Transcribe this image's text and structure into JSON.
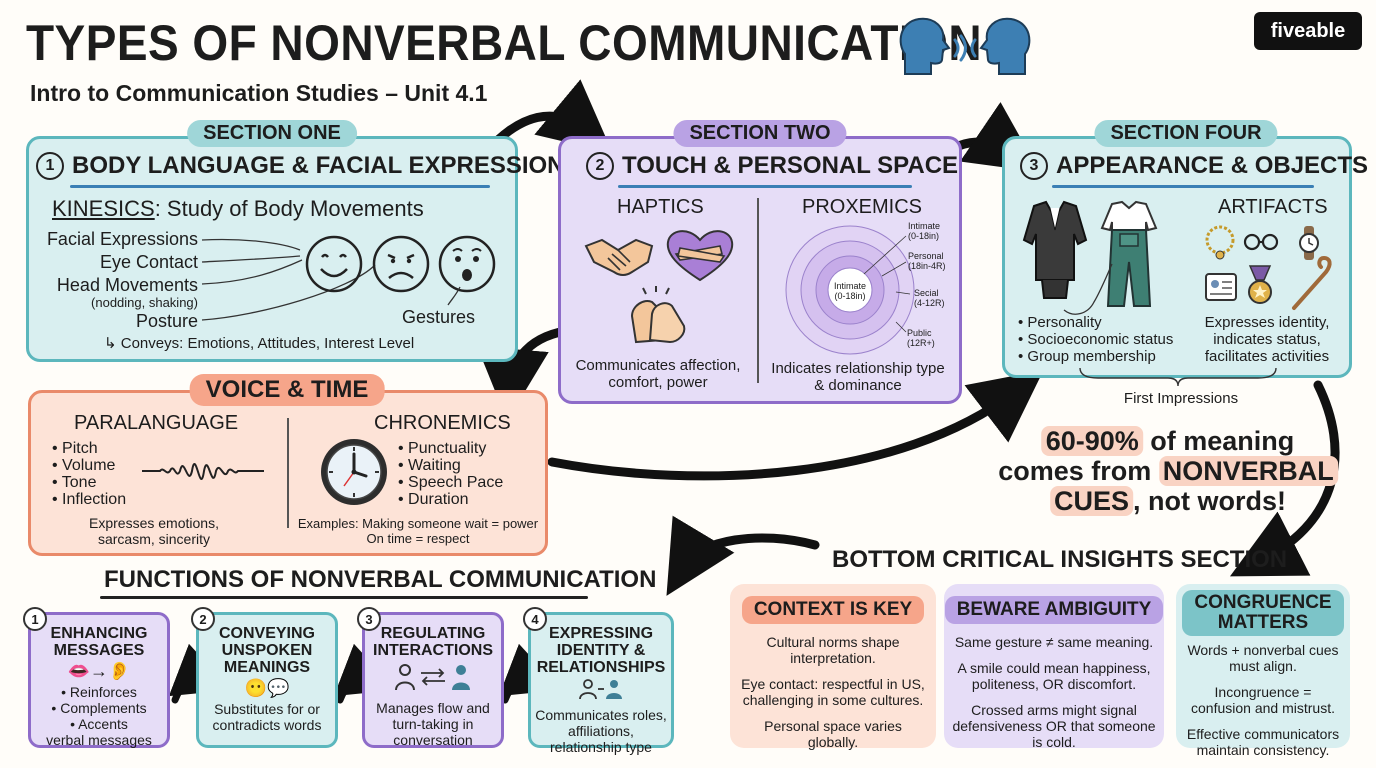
{
  "header": {
    "title": "TYPES OF NONVERBAL COMMUNICATION",
    "subtitle": "Intro to Communication Studies – Unit 4.1",
    "logo": "fiveable"
  },
  "section1": {
    "pill": "SECTION ONE",
    "number": "1",
    "title": "BODY LANGUAGE & FACIAL EXPRESSIONS",
    "kinesics_term": "KINESICS",
    "kinesics_rest": ": Study of Body Movements",
    "items": [
      "Facial Expressions",
      "Eye Contact",
      "Head Movements",
      "Posture"
    ],
    "head_note": "(nodding, shaking)",
    "gestures": "Gestures",
    "conveys": "Conveys: Emotions, Attitudes, Interest Level"
  },
  "section2": {
    "pill": "SECTION TWO",
    "number": "2",
    "title": "TOUCH & PERSONAL SPACE",
    "haptics": "HAPTICS",
    "haptics_desc_1": "Communicates affection,",
    "haptics_desc_2": "comfort, power",
    "proxemics": "PROXEMICS",
    "zones": {
      "center_1": "Intimate",
      "center_2": "(0-18in)",
      "z1_a": "Intimate",
      "z1_b": "(0-18in)",
      "z2_a": "Personal",
      "z2_b": "(18in-4R)",
      "z3_a": "Secial",
      "z3_b": "(4-12R)",
      "z4_a": "Public",
      "z4_b": "(12R+)"
    },
    "proxemics_desc_1": "Indicates relationship type",
    "proxemics_desc_2": "& dominance"
  },
  "section4": {
    "pill": "SECTION FOUR",
    "number": "3",
    "title": "APPEARANCE & OBJECTS",
    "artifacts": "ARTIFACTS",
    "bullets": [
      "Personality",
      "Socioeconomic status",
      "Group membership"
    ],
    "artifacts_desc": [
      "Expresses identity,",
      "indicates status,",
      "facilitates activities"
    ],
    "first_impressions": "First Impressions"
  },
  "voice": {
    "pill": "VOICE & TIME",
    "paralanguage": "PARALANGUAGE",
    "para_items": [
      "Pitch",
      "Volume",
      "Tone",
      "Inflection"
    ],
    "para_desc_1": "Expresses emotions,",
    "para_desc_2": "sarcasm, sincerity",
    "chronemics": "CHRONEMICS",
    "chron_items": [
      "Punctuality",
      "Waiting",
      "Speech Pace",
      "Duration"
    ],
    "chron_ex_1": "Examples: Making someone wait = power",
    "chron_ex_2": "On time = respect"
  },
  "stat": {
    "pct": "60-90%",
    "line1_rest": " of meaning",
    "line2_a": "comes from ",
    "line2_b": "NONVERBAL",
    "line3_a": "CUES",
    "line3_b": ", not words!"
  },
  "functions": {
    "title": "FUNCTIONS OF NONVERBAL COMMUNICATION",
    "items": [
      {
        "num": "1",
        "t1": "ENHANCING",
        "t2": "MESSAGES",
        "t3": "",
        "b1": "• Reinforces",
        "b2": "• Complements",
        "b3": "• Accents",
        "b4": "verbal messages"
      },
      {
        "num": "2",
        "t1": "CONVEYING",
        "t2": "UNSPOKEN",
        "t3": "MEANINGS",
        "b1": "Substitutes for or",
        "b2": "contradicts words",
        "b3": "",
        "b4": ""
      },
      {
        "num": "3",
        "t1": "REGULATING",
        "t2": "INTERACTIONS",
        "t3": "",
        "b1": "Manages flow and",
        "b2": "turn-taking in",
        "b3": "conversation",
        "b4": ""
      },
      {
        "num": "4",
        "t1": "EXPRESSING",
        "t2": "IDENTITY &",
        "t3": "RELATIONSHIPS",
        "b1": "Communicates roles,",
        "b2": "affiliations,",
        "b3": "relationship type",
        "b4": ""
      }
    ]
  },
  "insights": {
    "title": "BOTTOM CRITICAL INSIGHTS SECTION",
    "cards": [
      {
        "title1": "CONTEXT IS KEY",
        "title2": "",
        "p1": "Cultural norms shape interpretation.",
        "p2": "Eye contact: respectful in US, challenging in some cultures.",
        "p3": "Personal space varies globally."
      },
      {
        "title1": "BEWARE AMBIGUITY",
        "title2": "",
        "p1": "Same gesture ≠ same meaning.",
        "p2": "A smile could mean happiness, politeness, OR discomfort.",
        "p3": "Crossed arms might signal defensiveness OR that someone is cold."
      },
      {
        "title1": "CONGRUENCE",
        "title2": "MATTERS",
        "p1": "Words + nonverbal cues must align.",
        "p2": "Incongruence = confusion and mistrust.",
        "p3": "Effective communicators maintain consistency."
      }
    ]
  },
  "colors": {
    "teal_bg": "#d9eff0",
    "teal_border": "#5cb7bd",
    "teal_pill": "#9fd6d8",
    "purple_bg": "#e6ddf7",
    "purple_border": "#8e6cc9",
    "purple_pill": "#b9a2e4",
    "coral_bg": "#fde3d7",
    "coral_border": "#e98a6a",
    "coral_pill": "#f6a58a"
  }
}
